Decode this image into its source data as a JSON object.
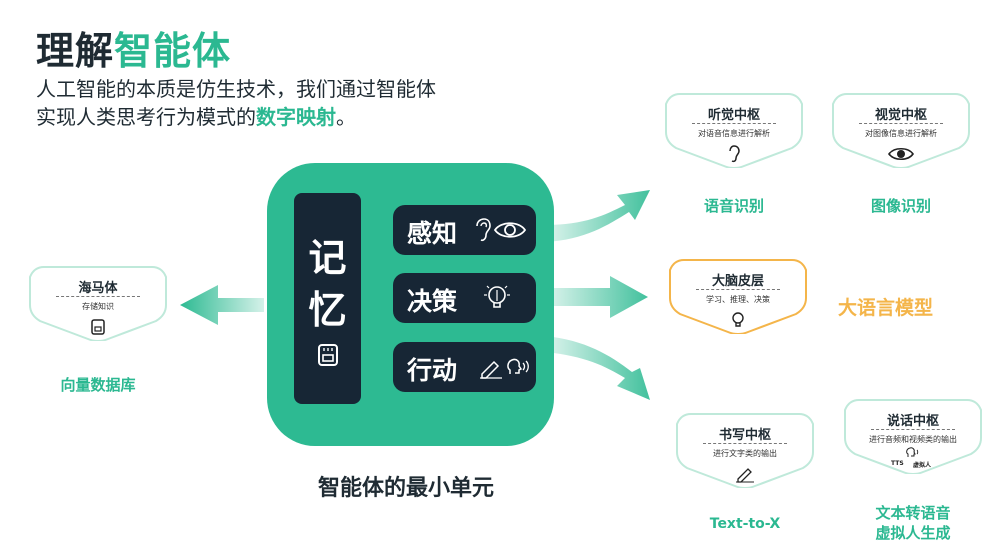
{
  "header": {
    "title_plain": "理解",
    "title_highlight": "智能体",
    "line1": "人工智能的本质是仿生技术，我们通过智能体",
    "line2_plain": "实现人类思考行为模式的",
    "line2_highlight": "数字映射",
    "line2_end": "。"
  },
  "unit": {
    "memory_chars": [
      "记",
      "忆"
    ],
    "perceive": "感知",
    "decide": "决策",
    "act": "行动",
    "caption": "智能体的最小单元"
  },
  "cards": {
    "ocean": {
      "title": "海马体",
      "desc": "存储知识",
      "caption": "向量数据库"
    },
    "hearing": {
      "title": "听觉中枢",
      "desc": "对语音信息进行解析",
      "caption": "语音识别"
    },
    "vision": {
      "title": "视觉中枢",
      "desc": "对图像信息进行解析",
      "caption": "图像识别"
    },
    "cortex": {
      "title": "大脑皮层",
      "desc": "学习、推理、决策",
      "caption": "大语言模型"
    },
    "writing": {
      "title": "书写中枢",
      "desc": "进行文字类的输出",
      "caption": "Text-to-X"
    },
    "speech": {
      "title": "说话中枢",
      "desc": "进行音频和视频类的输出",
      "tts": "TTS",
      "avatar": "虚拟人",
      "caption_1": "文本转语音",
      "caption_2": "虚拟人生成"
    }
  },
  "colors": {
    "green": "#2dba92",
    "dark": "#172635",
    "orange": "#f4b54a",
    "light_green": "#bfe9da"
  }
}
